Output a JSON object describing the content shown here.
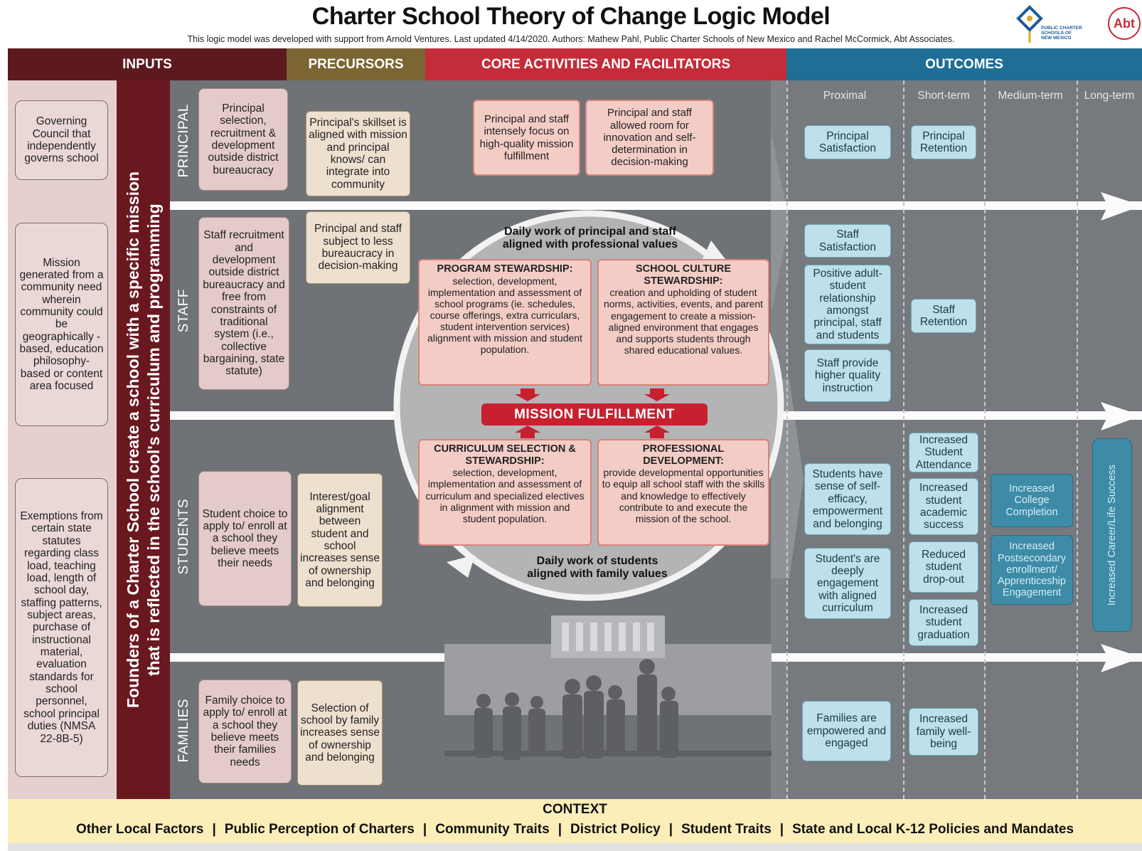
{
  "title": "Charter School Theory of Change Logic Model",
  "subtitle": "This logic model was developed with support from Arnold Ventures. Last updated 4/14/2020. Authors: Mathew Pahl, Public Charter Schools of New Mexico and Rachel McCormick, Abt Associates.",
  "logos": {
    "pcsnm_lines": [
      "PUBLIC CHARTER",
      "SCHOOLS OF",
      "NEW MEXICO"
    ],
    "abt": "Abt"
  },
  "colors": {
    "inputs": "#5c1a1f",
    "precursors": "#7b6532",
    "core": "#c42c3a",
    "outcomes": "#1f6e95",
    "mission": "#c8202f"
  },
  "headers": {
    "inputs": "INPUTS",
    "precursors": "PRECURSORS",
    "core": "CORE ACTIVITIES AND FACILITATORS",
    "outcomes": "OUTCOMES"
  },
  "inputs": [
    "Governing Council that independently governs school",
    "Mission generated from a community need wherein community could be geographically -based, education philosophy-based or content area focused",
    "Exemptions from certain state statutes regarding class load, teaching load, length of school day, staffing patterns, subject areas, purchase of instructional material, evaluation standards for school personnel, school principal duties (NMSA 22-8B-5)"
  ],
  "founders": "Founders of a Charter School create a school with a specific mission that is reflected in the school's curriculum and programming",
  "rows": {
    "principal": "PRINCIPAL",
    "staff": "STAFF",
    "students": "STUDENTS",
    "families": "FAMILIES"
  },
  "conditions": {
    "principal": "Principal selection, recruitment & development outside district bureaucracy",
    "staff": "Staff recruitment and development outside district bureaucracy and free from constraints of traditional system (i.e., collective bargaining, state statute)",
    "students": "Student choice to apply to/ enroll at a school they believe meets their needs",
    "families": "Family choice to apply to/ enroll at a school they believe meets their families needs"
  },
  "precursors": {
    "principal": "Principal's skillset is aligned with mission and principal knows/ can integrate into community",
    "staff": "Principal and staff subject to less bureaucracy in decision-making",
    "students": "Interest/goal alignment between student and school increases sense of ownership and belonging",
    "families": "Selection of school by family increases sense of ownership and belonging"
  },
  "principal_core": [
    "Principal and staff intensely focus on high-quality mission fulfillment",
    "Principal and staff allowed room for innovation and self-determination in decision-making"
  ],
  "cycle": {
    "top": "Daily work of principal and staff aligned with professional values",
    "bottom": "Daily work of students aligned with family values",
    "mission": "MISSION FULFILLMENT",
    "quads": [
      {
        "title": "PROGRAM STEWARDSHIP:",
        "text": "selection, development, implementation and assessment of school programs (ie. schedules, course offerings, extra curriculars, student intervention services) alignment with mission and student population."
      },
      {
        "title": "SCHOOL CULTURE STEWARDSHIP:",
        "text": "creation and upholding of student norms, activities, events, and parent engagement to create a mission-aligned environment that engages and supports students through shared educational values."
      },
      {
        "title": "CURRICULUM SELECTION & STEWARDSHIP:",
        "text": "selection, development, implementation and assessment of curriculum and specialized electives in alignment with mission and student population."
      },
      {
        "title": "PROFESSIONAL DEVELOPMENT:",
        "text": "provide developmental opportunities to equip all school staff with the skills and knowledge to effectively contribute to and execute the mission of the school."
      }
    ]
  },
  "outcome_headers": [
    "Proximal",
    "Short-term",
    "Medium-term",
    "Long-term"
  ],
  "outcomes": {
    "principal_proximal": "Principal Satisfaction",
    "principal_short": "Principal Retention",
    "staff_proximal": [
      "Staff Satisfaction",
      "Positive adult-student relationship amongst principal, staff and students",
      "Staff provide higher quality instruction"
    ],
    "staff_short": "Staff Retention",
    "students_proximal": [
      "Students have sense of self-efficacy, empowerment and belonging",
      "Student's are deeply engagement with aligned curriculum"
    ],
    "students_short": [
      "Increased Student Attendance",
      "Increased student academic success",
      "Reduced student drop-out",
      "Increased student graduation"
    ],
    "students_medium": [
      "Increased College Completion",
      "Increased Postsecondary enrollment/ Apprenticeship Engagement"
    ],
    "long_term": "Increased Career/Life Success",
    "families_proximal": "Families are empowered and engaged",
    "families_short": "Increased family well-being"
  },
  "context": {
    "title": "CONTEXT",
    "items": [
      "Other Local Factors",
      "Public Perception of Charters",
      "Community Traits",
      "District Policy",
      "Student Traits",
      "State and Local K-12 Policies and Mandates"
    ]
  }
}
